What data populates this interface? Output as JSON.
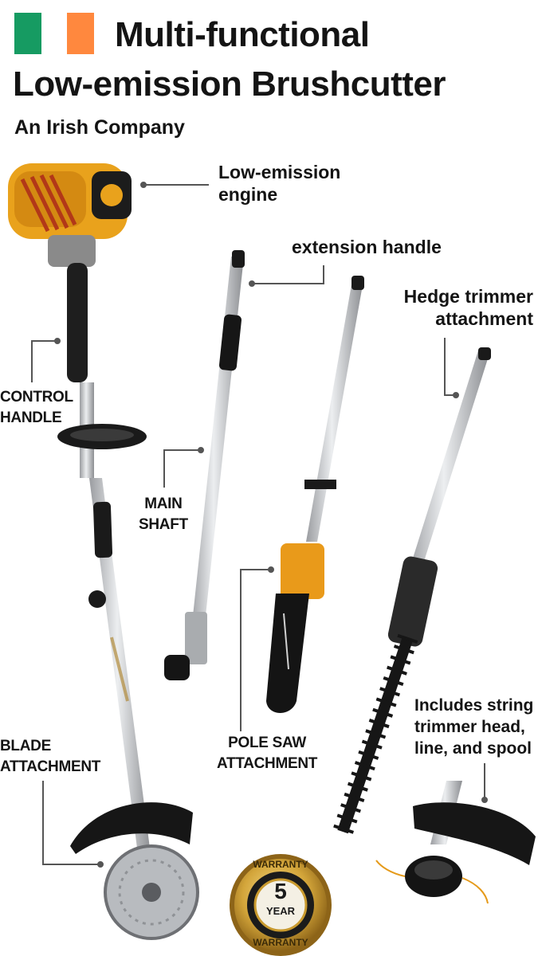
{
  "header": {
    "flag_colors": [
      "#169b62",
      "#ff883e"
    ],
    "title_line1": "Multi-functional",
    "title_line2": "Low-emission Brushcutter",
    "subtitle": "An Irish Company"
  },
  "labels": {
    "engine": [
      "Low-emission",
      "engine"
    ],
    "extension_handle": "extension handle",
    "hedge_trimmer": [
      "Hedge trimmer",
      "attachment"
    ],
    "control_handle": [
      "CONTROL",
      "HANDLE"
    ],
    "main_shaft": [
      "MAIN",
      "SHAFT"
    ],
    "pole_saw": [
      "POLE SAW",
      "ATTACHMENT"
    ],
    "blade": [
      "BLADE",
      "ATTACHMENT"
    ],
    "string_trimmer": [
      "Includes string",
      "trimmer head,",
      "line, and spool"
    ]
  },
  "badge": {
    "top_text": "WARRANTY",
    "number": "5",
    "unit": "YEAR",
    "bottom_text": "WARRANTY"
  },
  "colors": {
    "engine_orange": "#e9a21c",
    "shaft_silver": "#c9cbcf",
    "badge_gold": "#c99a2e",
    "leader_gray": "#555555"
  }
}
